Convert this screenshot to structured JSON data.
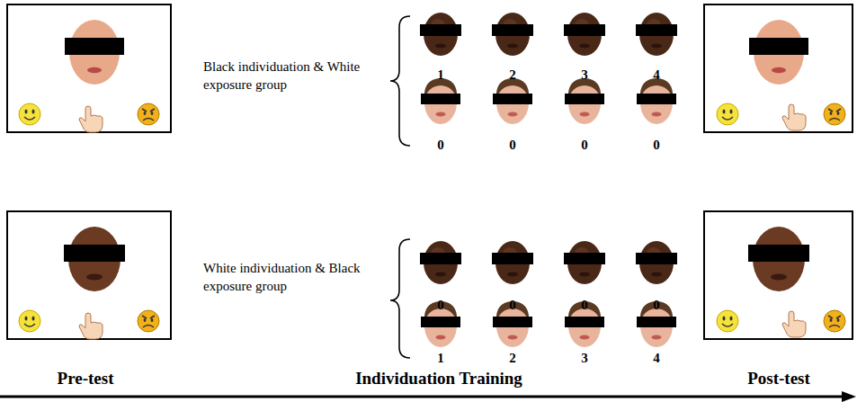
{
  "diagram": {
    "labels": [
      "Black individuation & White exposure group",
      "1",
      "2",
      "3",
      "4",
      "0",
      "0",
      "0",
      "0",
      "White individuation & Black exposure group",
      "0",
      "0",
      "0",
      "0",
      "1",
      "2",
      "3",
      "4",
      "Pre-test",
      "Individuation Training",
      "Post-test"
    ]
  }
}
